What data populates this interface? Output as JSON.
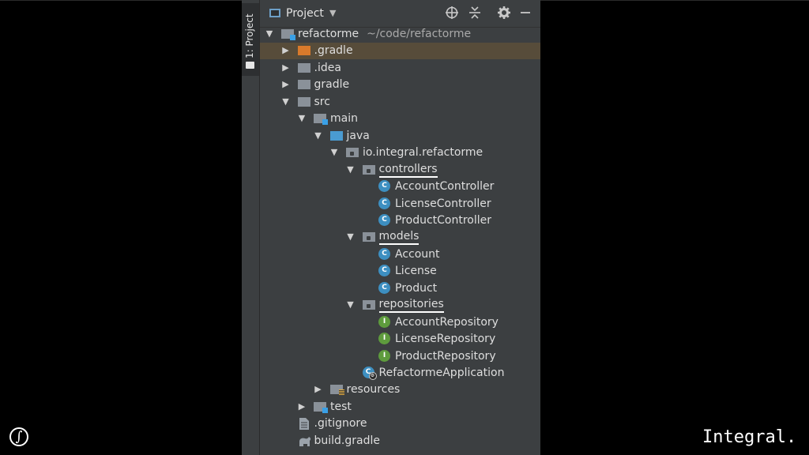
{
  "stripe": {
    "tab_label": "1: Project"
  },
  "toolbar": {
    "title": "Project",
    "buttons": [
      "locate-icon",
      "collapse-all-icon",
      "settings-icon",
      "hide-icon"
    ]
  },
  "tree": [
    {
      "name": "refactorme",
      "path": "~/code/refactorme",
      "level": 0,
      "arrow": "expanded",
      "icon": "module-folder"
    },
    {
      "name": ".gradle",
      "level": 1,
      "arrow": "collapsed",
      "icon": "excluded-folder",
      "selected": true
    },
    {
      "name": ".idea",
      "level": 1,
      "arrow": "collapsed",
      "icon": "folder"
    },
    {
      "name": "gradle",
      "level": 1,
      "arrow": "collapsed",
      "icon": "folder"
    },
    {
      "name": "src",
      "level": 1,
      "arrow": "expanded",
      "icon": "folder"
    },
    {
      "name": "main",
      "level": 2,
      "arrow": "expanded",
      "icon": "module-folder"
    },
    {
      "name": "java",
      "level": 3,
      "arrow": "expanded",
      "icon": "source-folder"
    },
    {
      "name": "io.integral.refactorme",
      "level": 4,
      "arrow": "expanded",
      "icon": "package"
    },
    {
      "name": "controllers",
      "level": 5,
      "arrow": "expanded",
      "icon": "package",
      "underlined": true
    },
    {
      "name": "AccountController",
      "level": 6,
      "icon": "class"
    },
    {
      "name": "LicenseController",
      "level": 6,
      "icon": "class"
    },
    {
      "name": "ProductController",
      "level": 6,
      "icon": "class"
    },
    {
      "name": "models",
      "level": 5,
      "arrow": "expanded",
      "icon": "package",
      "underlined": true
    },
    {
      "name": "Account",
      "level": 6,
      "icon": "class"
    },
    {
      "name": "License",
      "level": 6,
      "icon": "class"
    },
    {
      "name": "Product",
      "level": 6,
      "icon": "class"
    },
    {
      "name": "repositories",
      "level": 5,
      "arrow": "expanded",
      "icon": "package",
      "underlined": true
    },
    {
      "name": "AccountRepository",
      "level": 6,
      "icon": "interface"
    },
    {
      "name": "LicenseRepository",
      "level": 6,
      "icon": "interface"
    },
    {
      "name": "ProductRepository",
      "level": 6,
      "icon": "interface"
    },
    {
      "name": "RefactormeApplication",
      "level": 5,
      "icon": "spring-class"
    },
    {
      "name": "resources",
      "level": 3,
      "arrow": "collapsed",
      "icon": "resources-folder"
    },
    {
      "name": "test",
      "level": 2,
      "arrow": "collapsed",
      "icon": "module-folder"
    },
    {
      "name": ".gitignore",
      "level": 1,
      "icon": "text-file"
    },
    {
      "name": "build.gradle",
      "level": 1,
      "icon": "gradle-file"
    }
  ],
  "colors": {
    "folder": "#8a9199",
    "excluded_folder": "#d97a2b",
    "source_folder": "#4a9bd1",
    "class": "#3d8fc1",
    "interface": "#5e9b3d",
    "module_badge": "#3aa0e6"
  },
  "footer": {
    "logo": "∫",
    "brand": "Integral."
  }
}
